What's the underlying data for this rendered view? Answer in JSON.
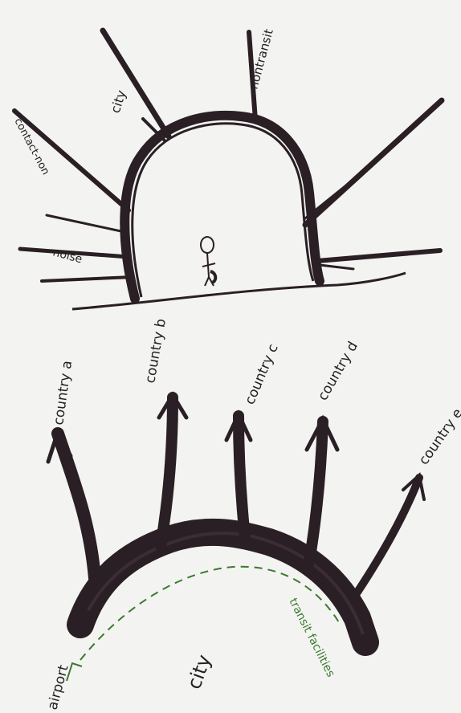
{
  "background_text": "",
  "top_diagram": {
    "labels": {
      "city": "city",
      "nontransit": "nontransit",
      "contact_non": "contact-non",
      "noise": "noise"
    }
  },
  "bottom_diagram": {
    "countries": [
      "country a",
      "country b",
      "country c",
      "country d",
      "country e"
    ],
    "city": "city",
    "airport": "airport",
    "transit_facilities": "transit facilities"
  },
  "colors": {
    "ink": "#2a1f24",
    "green": "#3a7a2e",
    "paper": "#f3f3f1"
  }
}
